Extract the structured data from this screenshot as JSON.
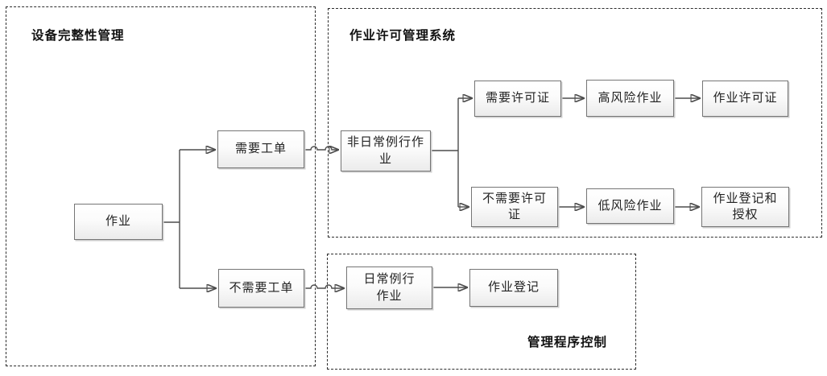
{
  "diagram": {
    "type": "flowchart",
    "language": "zh",
    "containers": [
      {
        "id": "equipment-integrity",
        "title": "设备完整性管理"
      },
      {
        "id": "work-permit-system",
        "title": "作业许可管理系统"
      },
      {
        "id": "management-procedure-control",
        "title": "管理程序控制"
      }
    ],
    "nodes": {
      "work": {
        "label": "作业"
      },
      "need_workorder": {
        "label": "需要工单"
      },
      "no_need_workorder": {
        "label": "不需要工单"
      },
      "non_routine_work": {
        "label": "非日常例行作\n业"
      },
      "need_permit": {
        "label": "需要许可证"
      },
      "high_risk_work": {
        "label": "高风险作业"
      },
      "work_permit": {
        "label": "作业许可证"
      },
      "no_need_permit": {
        "label": "不需要许可\n证"
      },
      "low_risk_work": {
        "label": "低风险作业"
      },
      "registration_authorization": {
        "label": "作业登记和\n授权"
      },
      "routine_work": {
        "label": "日常例行\n作业"
      },
      "work_registration": {
        "label": "作业登记"
      }
    },
    "edges": [
      {
        "from": "work",
        "to": "need_workorder"
      },
      {
        "from": "work",
        "to": "no_need_workorder"
      },
      {
        "from": "need_workorder",
        "to": "non_routine_work"
      },
      {
        "from": "non_routine_work",
        "to": "need_permit"
      },
      {
        "from": "non_routine_work",
        "to": "no_need_permit"
      },
      {
        "from": "need_permit",
        "to": "high_risk_work"
      },
      {
        "from": "high_risk_work",
        "to": "work_permit"
      },
      {
        "from": "no_need_permit",
        "to": "low_risk_work"
      },
      {
        "from": "low_risk_work",
        "to": "registration_authorization"
      },
      {
        "from": "no_need_workorder",
        "to": "routine_work"
      },
      {
        "from": "routine_work",
        "to": "work_registration"
      }
    ],
    "colors": {
      "background": "#ffffff",
      "node_border": "#757575",
      "node_fill_top": "#ffffff",
      "node_fill_bottom": "#ebebeb",
      "container_border": "#2e2e2e",
      "connector": "#4d4d4d",
      "arrowhead": "#1a1a1a",
      "text": "#222222"
    }
  }
}
